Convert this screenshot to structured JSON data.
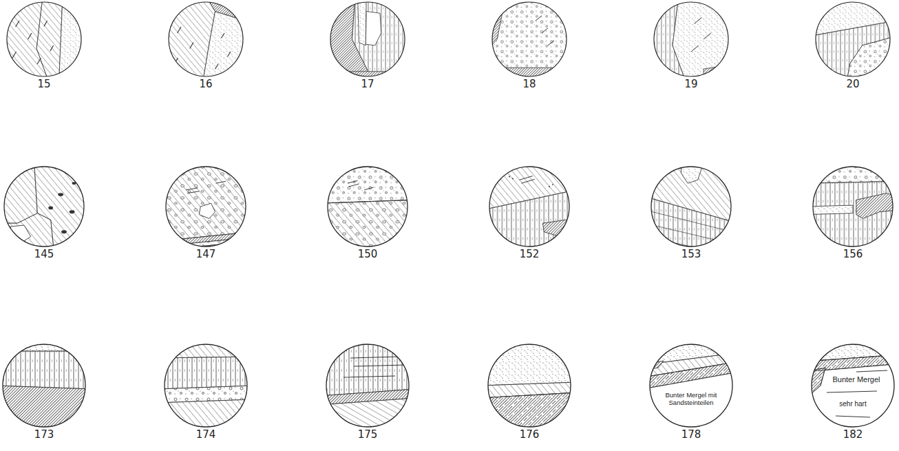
{
  "diagram": {
    "nodes": [
      {
        "text": [
          "15"
        ]
      },
      {
        "text": [
          "16"
        ]
      },
      {
        "text": [
          "17"
        ]
      },
      {
        "text": [
          "18"
        ]
      },
      {
        "text": [
          "19"
        ]
      },
      {
        "text": [
          "20"
        ]
      },
      {
        "text": [
          "145"
        ]
      },
      {
        "text": [
          "147"
        ]
      },
      {
        "text": [
          "150"
        ]
      },
      {
        "text": [
          "152"
        ]
      },
      {
        "text": [
          "153"
        ]
      },
      {
        "text": [
          "156"
        ]
      },
      {
        "text": [
          "173"
        ]
      },
      {
        "text": [
          "174"
        ]
      },
      {
        "text": [
          "175"
        ]
      },
      {
        "text": [
          "176"
        ]
      },
      {
        "text": [
          "Bunter Mergel mit Sandsteinteilen",
          "178"
        ]
      },
      {
        "text": [
          "Bunter Mergel",
          "sehr hart",
          "182"
        ]
      }
    ]
  }
}
